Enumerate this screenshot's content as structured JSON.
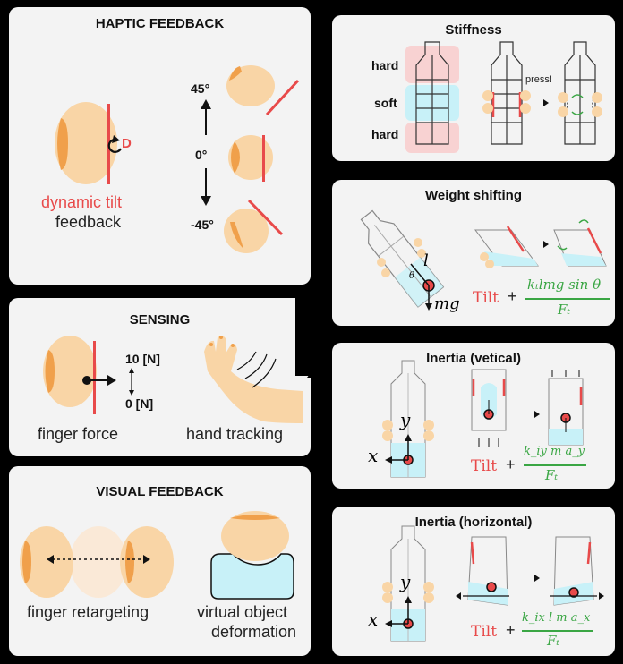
{
  "colors": {
    "finger": "#f9d5a6",
    "finger_nail": "#f0a04b",
    "tilt_red": "#e84a4a",
    "cyan": "#c8f1f8",
    "pink": "#f8d2d2",
    "green": "#3aa644",
    "panel": "#f3f3f3"
  },
  "haptic": {
    "title": "HAPTIC FEEDBACK",
    "d_label": "D",
    "caption_red": "dynamic tilt",
    "caption": "feedback",
    "angles": [
      "45°",
      "0°",
      "-45°"
    ]
  },
  "sensing": {
    "title": "SENSING",
    "force_max": "10 [N]",
    "force_min": "0 [N]",
    "finger_force": "finger force",
    "hand_tracking": "hand tracking"
  },
  "visual": {
    "title": "VISUAL FEEDBACK",
    "finger_retargeting": "finger retargeting",
    "deformation_line1": "virtual object",
    "deformation_line2": "deformation"
  },
  "stiffness": {
    "title": "Stiffness",
    "hard_top": "hard",
    "soft": "soft",
    "hard_bottom": "hard",
    "press": "press!"
  },
  "weight": {
    "title": "Weight shifting",
    "l": "l",
    "theta": "θ",
    "mg": "mg",
    "tilt": "Tilt",
    "plus": "+",
    "numerator": "kₜlmg sin θ",
    "denominator": "Fₜ"
  },
  "inertia_v": {
    "title": "Inertia (vetical)",
    "y": "y",
    "x": "x",
    "tilt": "Tilt",
    "plus": "+",
    "numerator": "k_iy m a_y",
    "denominator": "Fₜ"
  },
  "inertia_h": {
    "title": "Inertia (horizontal)",
    "y": "y",
    "x": "x",
    "tilt": "Tilt",
    "plus": "+",
    "numerator": "k_ix l m a_x",
    "denominator": "Fₜ"
  }
}
